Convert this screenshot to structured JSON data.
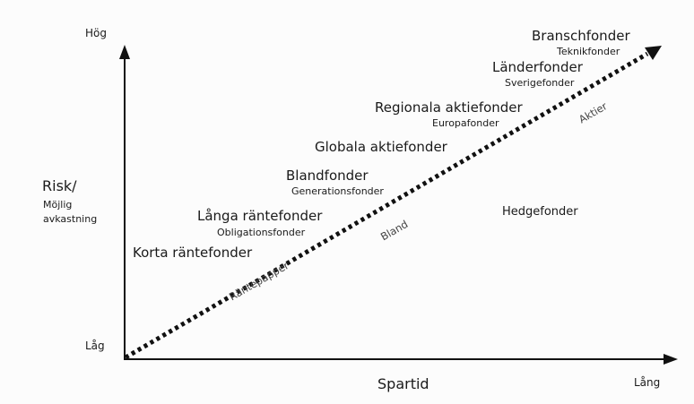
{
  "axes": {
    "y_top": "Hög",
    "y_bottom": "Låg",
    "y_title": "Risk/",
    "y_subtitle_line1": "Möjlig",
    "y_subtitle_line2": "avkastning",
    "x_title": "Spartid",
    "x_right": "Lång"
  },
  "categories": [
    {
      "name": "Branschfonder",
      "example": "Teknikfonder"
    },
    {
      "name": "Länderfonder",
      "example": "Sverigefonder"
    },
    {
      "name": "Regionala aktiefonder",
      "example": "Europafonder"
    },
    {
      "name": "Globala aktiefonder",
      "example": ""
    },
    {
      "name": "Blandfonder",
      "example": "Generationsfonder"
    },
    {
      "name": "Långa räntefonder",
      "example": "Obligationsfonder"
    },
    {
      "name": "Korta räntefonder",
      "example": ""
    },
    {
      "name": "Hedgefonder",
      "example": ""
    }
  ],
  "diagonal_labels": {
    "low": "Räntepapper",
    "mid": "Bland",
    "high": "Aktier"
  },
  "colors": {
    "axis": "#111111",
    "arrow": "#111111",
    "text": "#1a1a1a",
    "diagonal_label": "#444444"
  }
}
